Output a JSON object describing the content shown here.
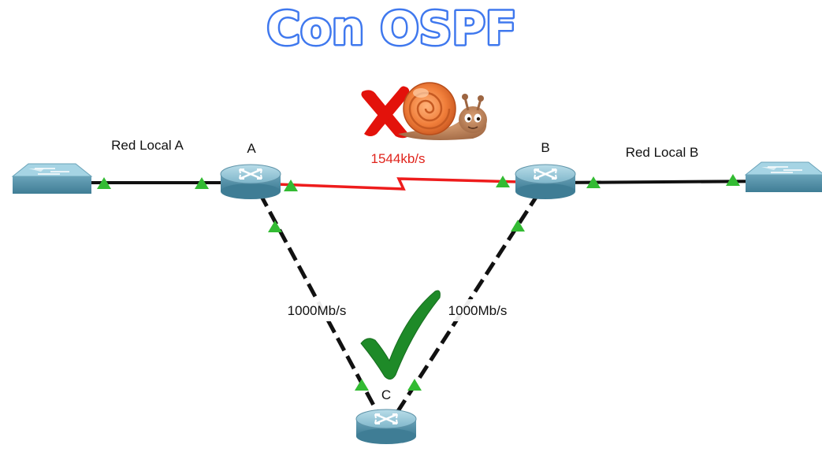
{
  "title": "Con OSPF",
  "routers": {
    "a": {
      "label": "A"
    },
    "b": {
      "label": "B"
    },
    "c": {
      "label": "C"
    }
  },
  "networks": {
    "lan_a": "Red Local A",
    "lan_b": "Red Local B"
  },
  "links": {
    "ab": {
      "speed": "1544kb/s",
      "status": "rejected"
    },
    "ac": {
      "speed": "1000Mb/s",
      "status": "preferred"
    },
    "bc": {
      "speed": "1000Mb/s",
      "status": "preferred"
    }
  },
  "icons": {
    "rejected": "red-x-icon",
    "slow": "snail-icon",
    "preferred": "green-checkmark-icon",
    "switch": "switch-icon",
    "router": "router-icon",
    "port": "green-triangle-port-icon"
  },
  "colors": {
    "title_fill": "#ffffff",
    "title_stroke": "#3f78ee",
    "slow_link": "#ee1c1c",
    "fast_link": "#111111",
    "port": "#33bb33",
    "device": "#5e9db7",
    "check": "#1e8a28",
    "cross": "#e3120b"
  }
}
